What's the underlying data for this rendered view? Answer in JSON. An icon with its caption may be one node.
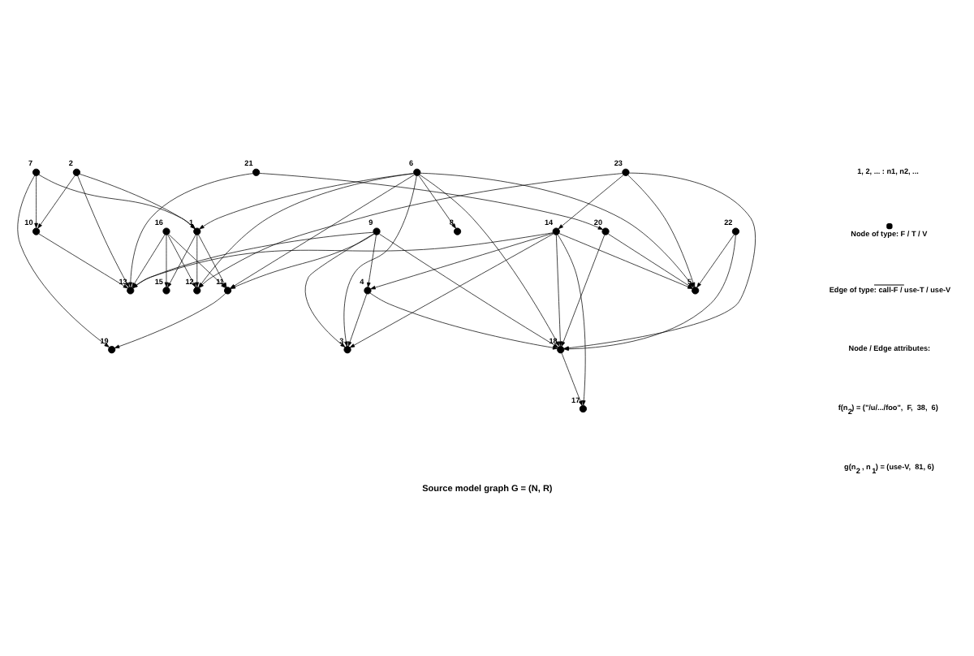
{
  "diagram": {
    "caption": "Source model graph G = (N, R)",
    "nodes": [
      {
        "text": [],
        "shape": "circle",
        "beside": [
          "1"
        ]
      },
      {
        "text": [],
        "shape": "circle",
        "beside": [
          "2"
        ]
      },
      {
        "text": [],
        "shape": "circle",
        "beside": [
          "3"
        ]
      },
      {
        "text": [],
        "shape": "circle",
        "beside": [
          "4"
        ]
      },
      {
        "text": [],
        "shape": "circle",
        "beside": [
          "5"
        ]
      },
      {
        "text": [],
        "shape": "circle",
        "beside": [
          "6"
        ]
      },
      {
        "text": [],
        "shape": "circle",
        "beside": [
          "7"
        ]
      },
      {
        "text": [],
        "shape": "circle",
        "beside": [
          "8"
        ]
      },
      {
        "text": [],
        "shape": "circle",
        "beside": [
          "9"
        ]
      },
      {
        "text": [],
        "shape": "circle",
        "beside": [
          "10"
        ]
      },
      {
        "text": [],
        "shape": "circle",
        "beside": [
          "11"
        ]
      },
      {
        "text": [],
        "shape": "circle",
        "beside": [
          "12"
        ]
      },
      {
        "text": [],
        "shape": "circle",
        "beside": [
          "13"
        ]
      },
      {
        "text": [],
        "shape": "circle",
        "beside": [
          "14"
        ]
      },
      {
        "text": [],
        "shape": "circle",
        "beside": [
          "15"
        ]
      },
      {
        "text": [],
        "shape": "circle",
        "beside": [
          "16"
        ]
      },
      {
        "text": [],
        "shape": "circle",
        "beside": [
          "17"
        ]
      },
      {
        "text": [],
        "shape": "circle",
        "beside": [
          "18"
        ]
      },
      {
        "text": [],
        "shape": "circle",
        "beside": [
          "19"
        ]
      },
      {
        "text": [],
        "shape": "circle",
        "beside": [
          "20"
        ]
      },
      {
        "text": [],
        "shape": "circle",
        "beside": [
          "21"
        ]
      },
      {
        "text": [],
        "shape": "circle",
        "beside": [
          "22"
        ]
      },
      {
        "text": [],
        "shape": "circle",
        "beside": [
          "23"
        ]
      }
    ],
    "edges": [
      {
        "from": 1,
        "to": 0,
        "arrow": "to"
      },
      {
        "from": 5,
        "to": 0,
        "arrow": "to"
      },
      {
        "from": 6,
        "to": 0,
        "arrow": "to"
      },
      {
        "from": 3,
        "to": 2,
        "arrow": "to"
      },
      {
        "from": 0,
        "to": 10,
        "arrow": "to"
      },
      {
        "from": 0,
        "to": 11,
        "arrow": "to"
      },
      {
        "from": 0,
        "to": 14,
        "arrow": "to"
      },
      {
        "from": 5,
        "to": 4,
        "arrow": "to"
      },
      {
        "from": 5,
        "to": 7,
        "arrow": "to"
      },
      {
        "from": 5,
        "to": 2,
        "arrow": "to"
      },
      {
        "from": 5,
        "to": 11,
        "arrow": "to"
      },
      {
        "from": 5,
        "to": 10,
        "arrow": "to"
      },
      {
        "from": 5,
        "to": 17,
        "arrow": "to"
      },
      {
        "from": 1,
        "to": 12,
        "arrow": "to"
      },
      {
        "from": 1,
        "to": 9,
        "arrow": "to"
      },
      {
        "from": 8,
        "to": 3,
        "arrow": "to"
      },
      {
        "from": 8,
        "to": 2,
        "arrow": "to"
      },
      {
        "from": 8,
        "to": 10,
        "arrow": "to"
      },
      {
        "from": 8,
        "to": 12,
        "arrow": "to"
      },
      {
        "from": 8,
        "to": 17,
        "arrow": "to"
      },
      {
        "from": 6,
        "to": 18,
        "arrow": "to"
      },
      {
        "from": 6,
        "to": 9,
        "arrow": "to"
      },
      {
        "from": 10,
        "to": 18,
        "arrow": "to"
      },
      {
        "from": 9,
        "to": 12,
        "arrow": "to"
      },
      {
        "from": 15,
        "to": 10,
        "arrow": "to"
      },
      {
        "from": 15,
        "to": 11,
        "arrow": "to"
      },
      {
        "from": 15,
        "to": 14,
        "arrow": "to"
      },
      {
        "from": 15,
        "to": 12,
        "arrow": "to"
      },
      {
        "from": 13,
        "to": 12,
        "arrow": "to"
      },
      {
        "from": 13,
        "to": 16,
        "arrow": "to"
      },
      {
        "from": 13,
        "to": 17,
        "arrow": "to"
      },
      {
        "from": 13,
        "to": 2,
        "arrow": "to"
      },
      {
        "from": 13,
        "to": 4,
        "arrow": "to"
      },
      {
        "from": 13,
        "to": 3,
        "arrow": "to"
      },
      {
        "from": 3,
        "to": 17,
        "arrow": "to"
      },
      {
        "from": 17,
        "to": 16,
        "arrow": "to"
      },
      {
        "from": 22,
        "to": 11,
        "arrow": "to"
      },
      {
        "from": 22,
        "to": 17,
        "arrow": "to"
      },
      {
        "from": 22,
        "to": 13,
        "arrow": "to"
      },
      {
        "from": 22,
        "to": 4,
        "arrow": "to"
      },
      {
        "from": 21,
        "to": 17,
        "arrow": "to"
      },
      {
        "from": 21,
        "to": 4,
        "arrow": "to"
      },
      {
        "from": 19,
        "to": 4,
        "arrow": "to"
      },
      {
        "from": 19,
        "to": 17,
        "arrow": "to"
      },
      {
        "from": 20,
        "to": 19,
        "arrow": "to"
      },
      {
        "from": 20,
        "to": 12,
        "arrow": "to"
      }
    ],
    "labels": [
      "1, 2, ... : n1, n2, ...",
      "Node / Edge attributes:",
      "f(n$_{2}$) = (\"/u/.../foo\",  F,  38,  6)",
      "g(n$_{2}$ , n$_{1}$) = (use-V,  81, 6)"
    ],
    "legend": [
      {
        "text": "Node of type: F / T / V"
      },
      {
        "text": "Edge of type: call-F / use-T / use-V"
      }
    ]
  }
}
